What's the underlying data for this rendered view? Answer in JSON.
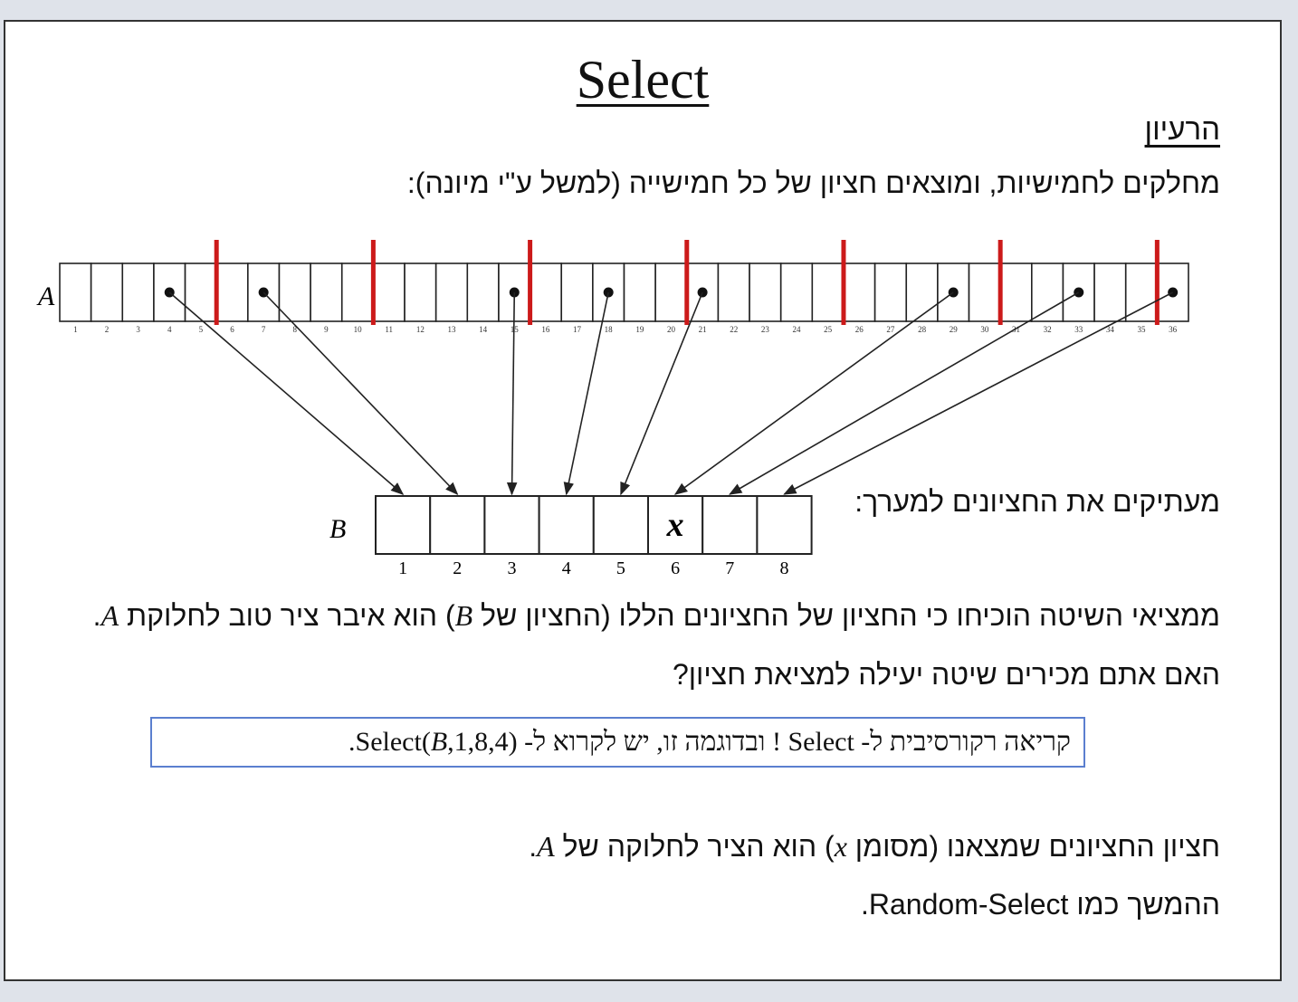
{
  "title": "Select",
  "subheading": "הרעיון",
  "intro": "מחלקים לחמישיות, ומוצאים חציון של כל חמישייה (למשל ע\"י מיונה):",
  "array_a": {
    "label": "A",
    "length": 36,
    "group_separators_after": [
      5,
      10,
      15,
      20,
      25,
      30,
      35
    ],
    "medians": [
      4,
      7,
      15,
      18,
      21,
      29,
      33,
      36
    ]
  },
  "array_b": {
    "label": "B",
    "indices": [
      "1",
      "2",
      "3",
      "4",
      "5",
      "6",
      "7",
      "8"
    ],
    "marked_index": 6,
    "marked_symbol": "x"
  },
  "copy_label": "מעתיקים את החציונים למערך:",
  "proof": {
    "before": "ממציאי השיטה הוכיחו כי החציון של החציונים הללו (החציון של ",
    "var_b": "B",
    "after": ") הוא איבר ציר טוב לחלוקת ",
    "var_a": "A",
    "end": "."
  },
  "question": "האם אתם מכירים שיטה יעילה למציאת חציון?",
  "callout": {
    "before": "קריאה רקורסיבית ל- Select ! ובדוגמה זו, יש לקרוא ל-  ",
    "call": "Select(",
    "var_b": "B",
    "args": ",1,8,4)",
    "end": "."
  },
  "median_line": {
    "before": "חציון החציונים שמצאנו (מסומן ",
    "var_x": "x",
    "after": ") הוא הציר לחלוקה של ",
    "var_a": "A",
    "end": "."
  },
  "continuation": "ההמשך כמו Random-Select.",
  "colors": {
    "separator": "#cc1a1a",
    "callout_border": "#5b7fcf"
  }
}
